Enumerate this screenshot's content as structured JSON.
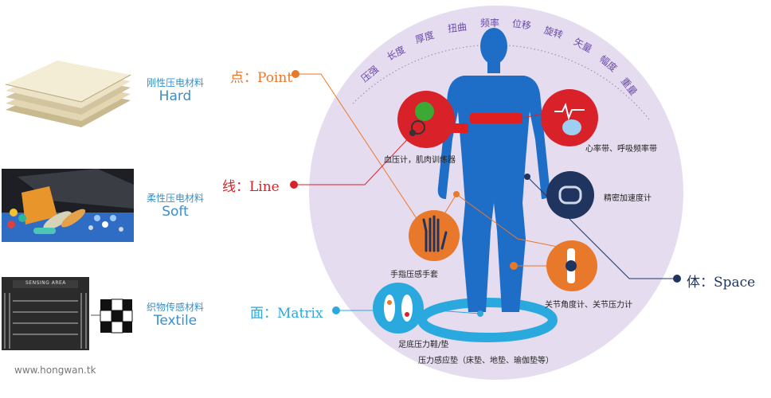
{
  "materials": [
    {
      "cn": "刚性压电材料",
      "en": "Hard"
    },
    {
      "cn": "柔性压电材料",
      "en": "Soft"
    },
    {
      "cn": "织物传感材料",
      "en": "Textile"
    }
  ],
  "textile_label": "SENSING AREA",
  "categories": {
    "point": "点：Point",
    "line": "线：Line",
    "matrix": "面：Matrix",
    "space": "体：Space"
  },
  "parameters": [
    "压强",
    "长度",
    "厚度",
    "扭曲",
    "频率",
    "位移",
    "旋转",
    "矢量",
    "幅度",
    "重量"
  ],
  "labels": {
    "blood_pressure": "血压计，肌肉训练器",
    "heart_rate": "心率带、呼吸频率带",
    "accelerometer": "精密加速度计",
    "glove": "手指压感手套",
    "joint": "关节角度计、关节压力计",
    "insole": "足底压力鞋/垫",
    "mat": "压力感应垫（床垫、地垫、瑜伽垫等）"
  },
  "watermark": "www.hongwan.tk",
  "colors": {
    "point": "#e8782a",
    "line": "#d9212a",
    "matrix": "#2aa9df",
    "space": "#1f3560",
    "circle": "#e6dcef",
    "body": "#1e6ec8",
    "material_text": "#3a8fc8",
    "param_text": "#6a4aa8"
  }
}
